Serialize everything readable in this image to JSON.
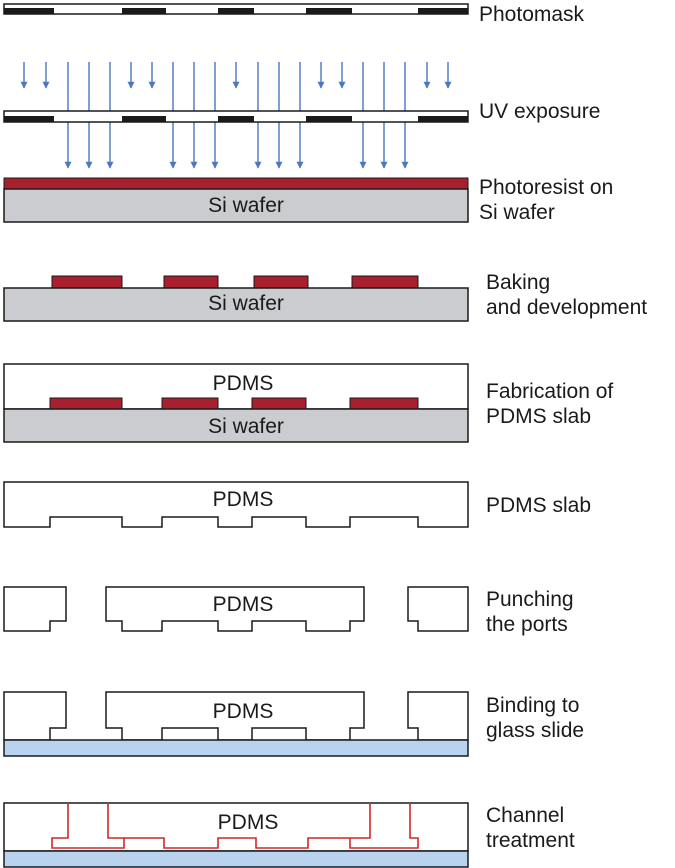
{
  "colors": {
    "outline": "#1a1a1a",
    "mask_block": "#1a1a1a",
    "arrow": "#4a78c2",
    "photoresist": "#a8202e",
    "wafer": "#cbcccf",
    "glass": "#b9d3ef",
    "treatment": "#cc2a2a"
  },
  "steps": [
    {
      "id": "photomask",
      "label": "Photomask"
    },
    {
      "id": "uv-exposure",
      "label": "UV exposure"
    },
    {
      "id": "photoresist",
      "label": "Photoresist on\nSi wafer"
    },
    {
      "id": "baking",
      "label": "Baking\nand development"
    },
    {
      "id": "fabrication",
      "label": "Fabrication of\nPDMS slab"
    },
    {
      "id": "pdms-slab",
      "label": "PDMS slab"
    },
    {
      "id": "punching",
      "label": "Punching\nthe ports"
    },
    {
      "id": "binding",
      "label": "Binding to\nglass slide"
    },
    {
      "id": "channel",
      "label": "Channel\ntreatment"
    }
  ],
  "materials": {
    "si_wafer": "Si wafer",
    "pdms": "PDMS"
  }
}
